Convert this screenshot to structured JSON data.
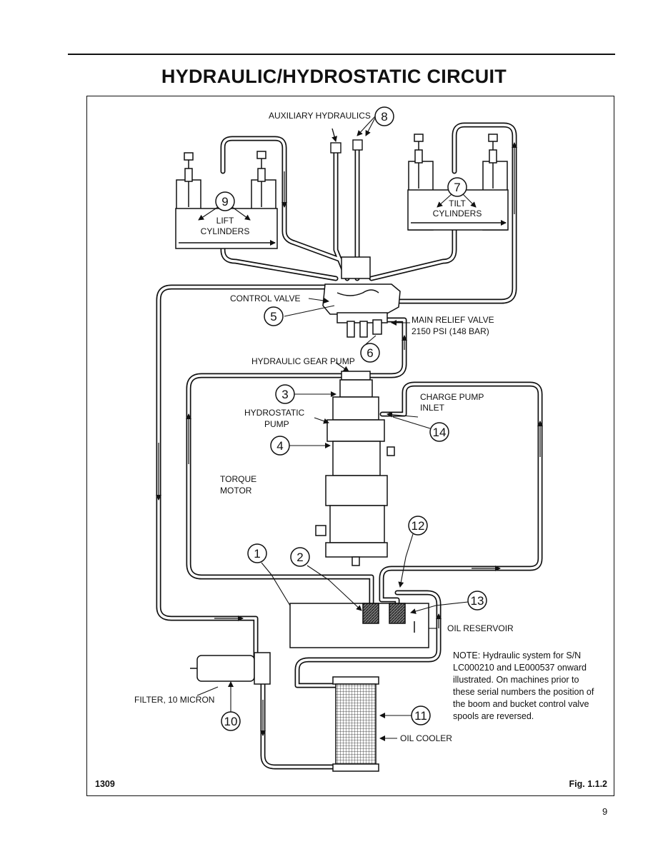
{
  "title": "HYDRAULIC/HYDROSTATIC CIRCUIT",
  "labels": {
    "auxiliary_hydraulics": "AUXILIARY HYDRAULICS",
    "lift": "LIFT",
    "cylinders": "CYLINDERS",
    "tilt": "TILT",
    "control_valve": "CONTROL VALVE",
    "main_relief_valve": "MAIN RELIEF VALVE",
    "relief_pressure": "2150 PSI (148 BAR)",
    "hydraulic_gear_pump": "HYDRAULIC GEAR PUMP",
    "hydrostatic": "HYDROSTATIC",
    "pump": "PUMP",
    "charge_pump": "CHARGE PUMP",
    "inlet": "INLET",
    "torque": "TORQUE",
    "motor": "MOTOR",
    "oil_reservoir": "OIL RESERVOIR",
    "filter": "FILTER, 10 MICRON",
    "oil_cooler": "OIL COOLER"
  },
  "callouts": {
    "n1": "1",
    "n2": "2",
    "n3": "3",
    "n4": "4",
    "n5": "5",
    "n6": "6",
    "n7": "7",
    "n8": "8",
    "n9": "9",
    "n10": "10",
    "n11": "11",
    "n12": "12",
    "n13": "13",
    "n14": "14"
  },
  "note": {
    "line1": "NOTE: Hydraulic system for S/N",
    "line2": "LC000210 and LE000537 onward",
    "line3": "illustrated. On machines prior to",
    "line4": "these serial numbers the position of",
    "line5": "the boom and bucket control valve",
    "line6": "spools are reversed."
  },
  "doc_code": "1309",
  "fig_number": "Fig. 1.1.2",
  "page_number": "9"
}
